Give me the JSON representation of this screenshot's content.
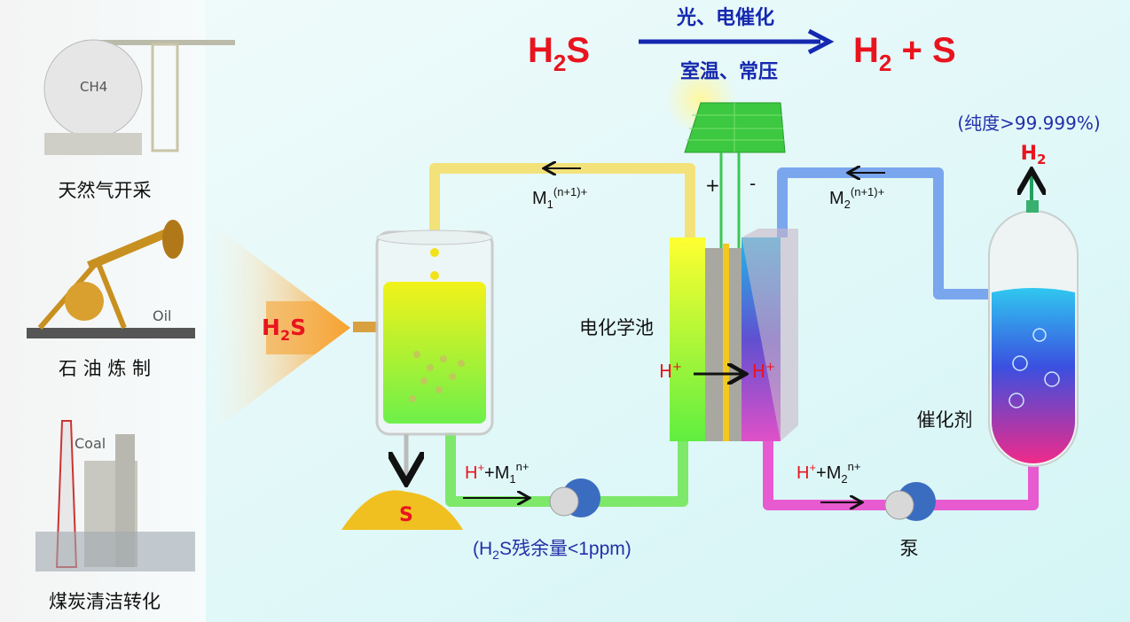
{
  "sources": [
    {
      "label": "天然气开采",
      "tag": "CH4"
    },
    {
      "label": "石 油 炼 制",
      "tag": "Oil"
    },
    {
      "label": "煤炭清洁转化",
      "tag": "Coal"
    }
  ],
  "feed": {
    "h": "H",
    "sub": "2",
    "s": "S"
  },
  "equation": {
    "reactant_h": "H",
    "reactant_sub": "2",
    "reactant_s": "S",
    "condition_top": "光、电催化",
    "condition_bottom": "室温、常压",
    "product_h": "H",
    "product_sub": "2",
    "product_rest": " + S"
  },
  "left_loop": {
    "ion": "M",
    "ion_sub": "1",
    "ion_sup": "(n+1)+",
    "return_h": "H",
    "return_plus": "+",
    "return_m": "+M",
    "return_sub": "1",
    "return_sup": "n+",
    "residual_pre": "(H",
    "residual_sub": "2",
    "residual_post": "S残余量<1ppm)"
  },
  "right_loop": {
    "ion": "M",
    "ion_sub": "2",
    "ion_sup": "(n+1)+",
    "return_h": "H",
    "return_plus": "+",
    "return_m": "+M",
    "return_sub": "2",
    "return_sup": "n+"
  },
  "cell": {
    "label": "电化学池",
    "proton_left": "H",
    "proton_right": "H",
    "plus": "+",
    "electrode_pos": "+",
    "electrode_neg": "-"
  },
  "sulfur": "S",
  "reactor": {
    "catalyst": "催化剂",
    "purity": "(纯度>99.999%)",
    "h2_h": "H",
    "h2_sub": "2"
  },
  "pump_label": "泵",
  "colors": {
    "red": "#e8141e",
    "blue": "#2330a8",
    "yellow_pipe": "#f3e27a",
    "blue_pipe": "#7aa6ee",
    "green_pipe": "#7de86a",
    "pink_pipe": "#e85ad0"
  }
}
